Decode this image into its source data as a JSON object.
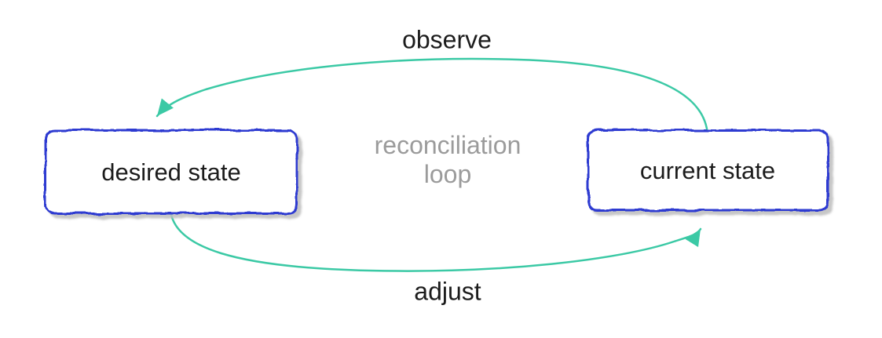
{
  "diagram": {
    "nodes": {
      "desired": {
        "label": "desired state"
      },
      "current": {
        "label": "current state"
      }
    },
    "edges": {
      "observe": {
        "label": "observe"
      },
      "adjust": {
        "label": "adjust"
      }
    },
    "center_caption": {
      "line1": "reconciliation",
      "line2": "loop"
    }
  },
  "colors": {
    "background": "#ffffff",
    "box_border": "#2d3ad1",
    "box_fill": "#ffffff",
    "arrow": "#3bc9a5",
    "label_text": "#1c1c1c",
    "caption_text": "#9b9b9b",
    "shadow": "#bdbdbd"
  }
}
